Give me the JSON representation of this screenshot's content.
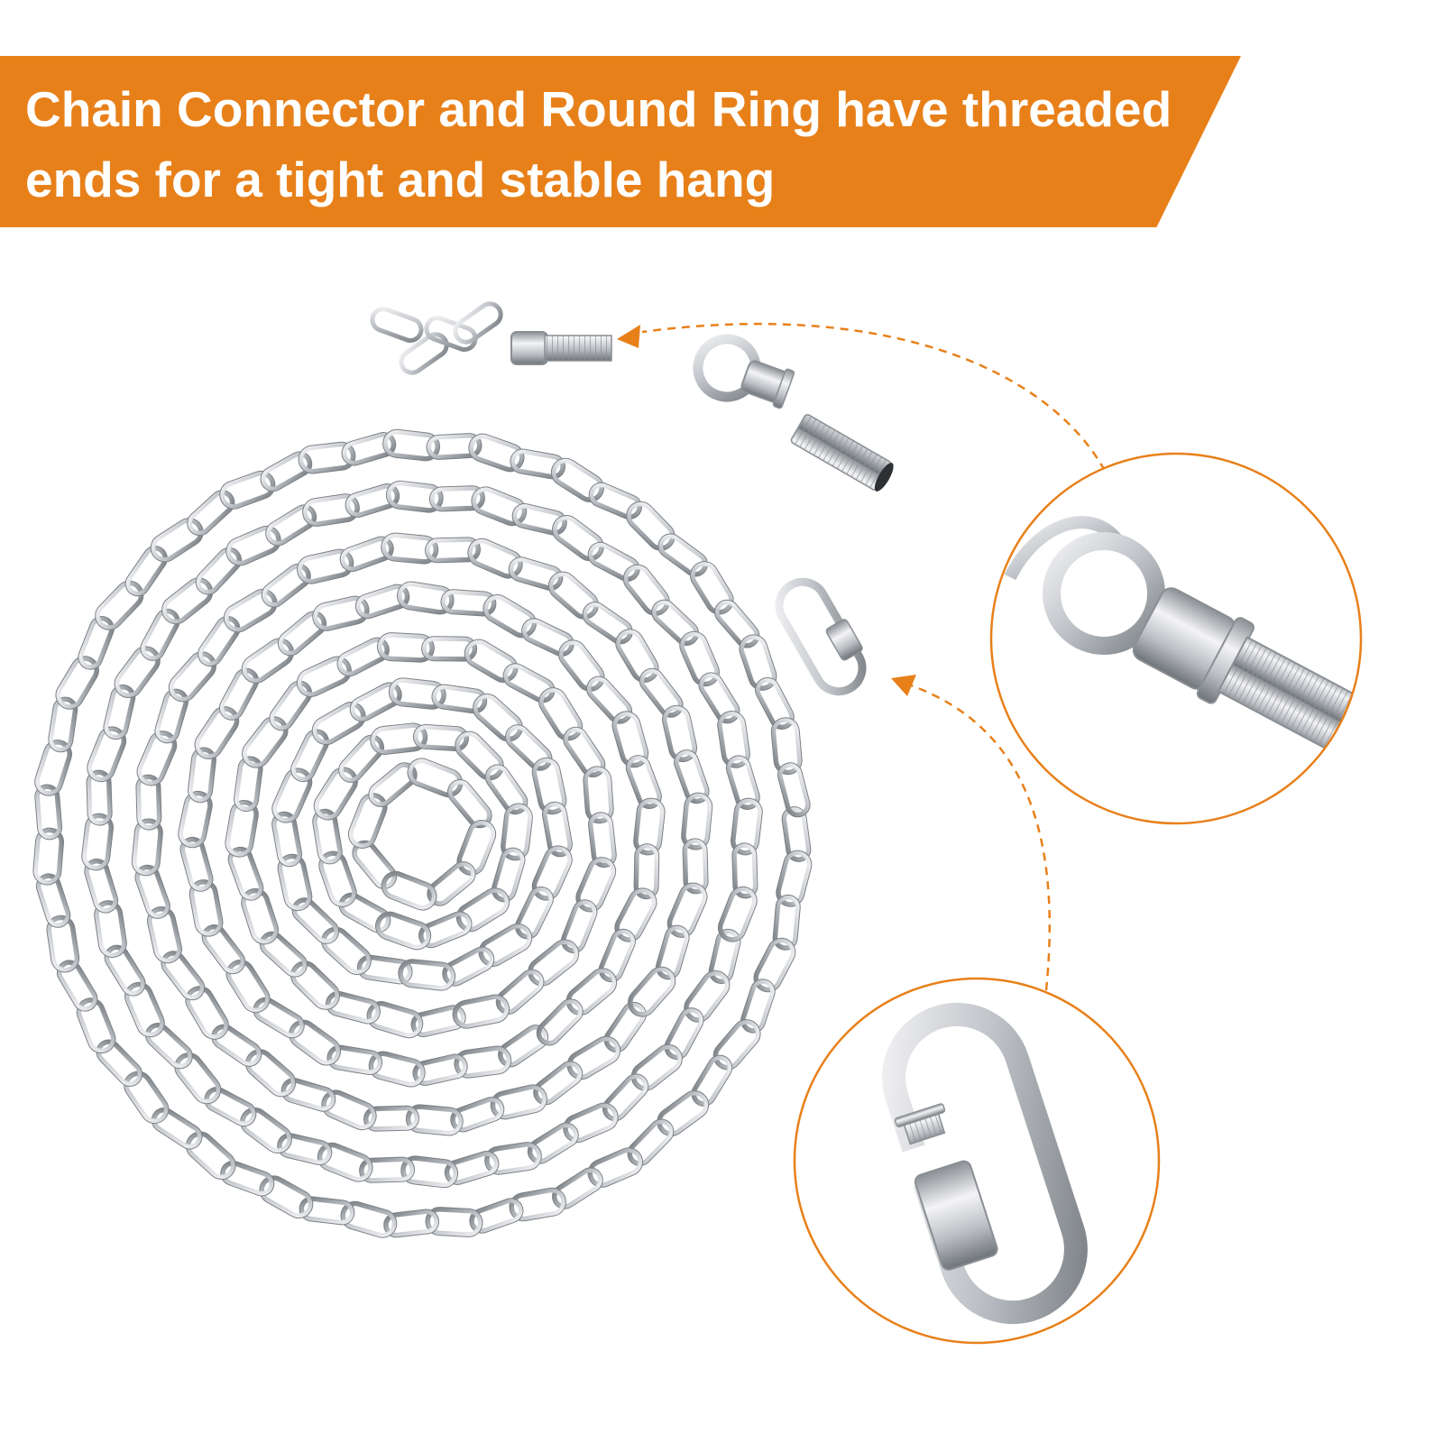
{
  "banner": {
    "line1": "Chain Connector and Round Ring have threaded",
    "line2": "ends for a tight and stable hang",
    "color": "#E8801A"
  },
  "colors": {
    "accent": "#E8801A",
    "metal_light": "#F2F2F4",
    "metal_mid": "#BFC3C8",
    "metal_dark": "#6E7378"
  },
  "illustration": {
    "subject": "coiled silver chain with round ring connector, threaded nipple and quick link",
    "icons": [
      "chain-coil-icon",
      "round-ring-connector-icon",
      "threaded-nipple-icon",
      "quick-link-icon"
    ]
  }
}
